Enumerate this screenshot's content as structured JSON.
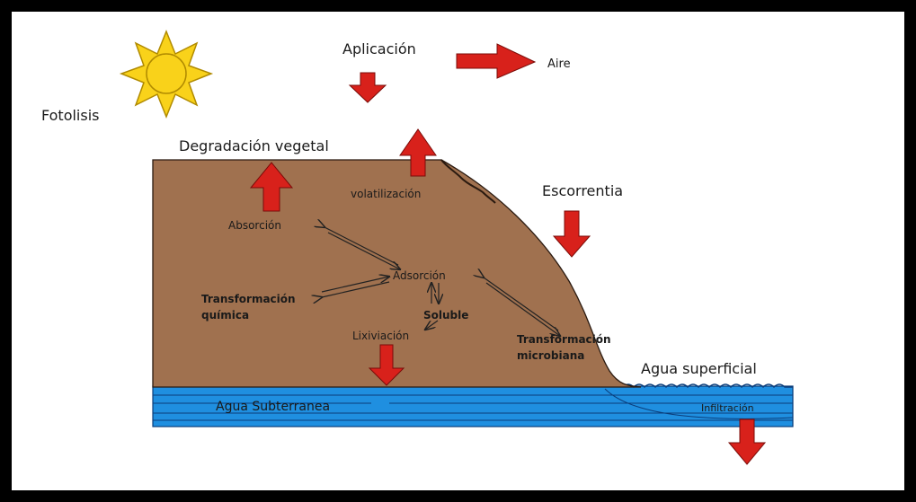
{
  "labels": {
    "fotolisis": "Fotolisis",
    "aplicacion": "Aplicación",
    "aire": "Aire",
    "degradacion_vegetal": "Degradación vegetal",
    "volatilizacion": "volatilización",
    "escorrentia": "Escorrentia",
    "absorcion": "Absorción",
    "adsorcion": "Adsorción",
    "transformacion_quimica_1": "Transformación",
    "transformacion_quimica_2": "química",
    "soluble": "Soluble",
    "lixiviacion": "Lixiviación",
    "transformacion_microbiana_1": "Transformación",
    "transformacion_microbiana_2": "microbiana",
    "agua_superficial": "Agua superficial",
    "agua_subterranea": "Agua Subterranea",
    "infiltracion": "Infiltración"
  },
  "colors": {
    "soil": "#a0714f",
    "water": "#1f8fe0",
    "arrow": "#d8211b",
    "sun": "#f9d21a",
    "sun_outline": "#b08a00",
    "water_text": "#0b2a55"
  },
  "icons": {
    "sun": "sun-icon"
  }
}
